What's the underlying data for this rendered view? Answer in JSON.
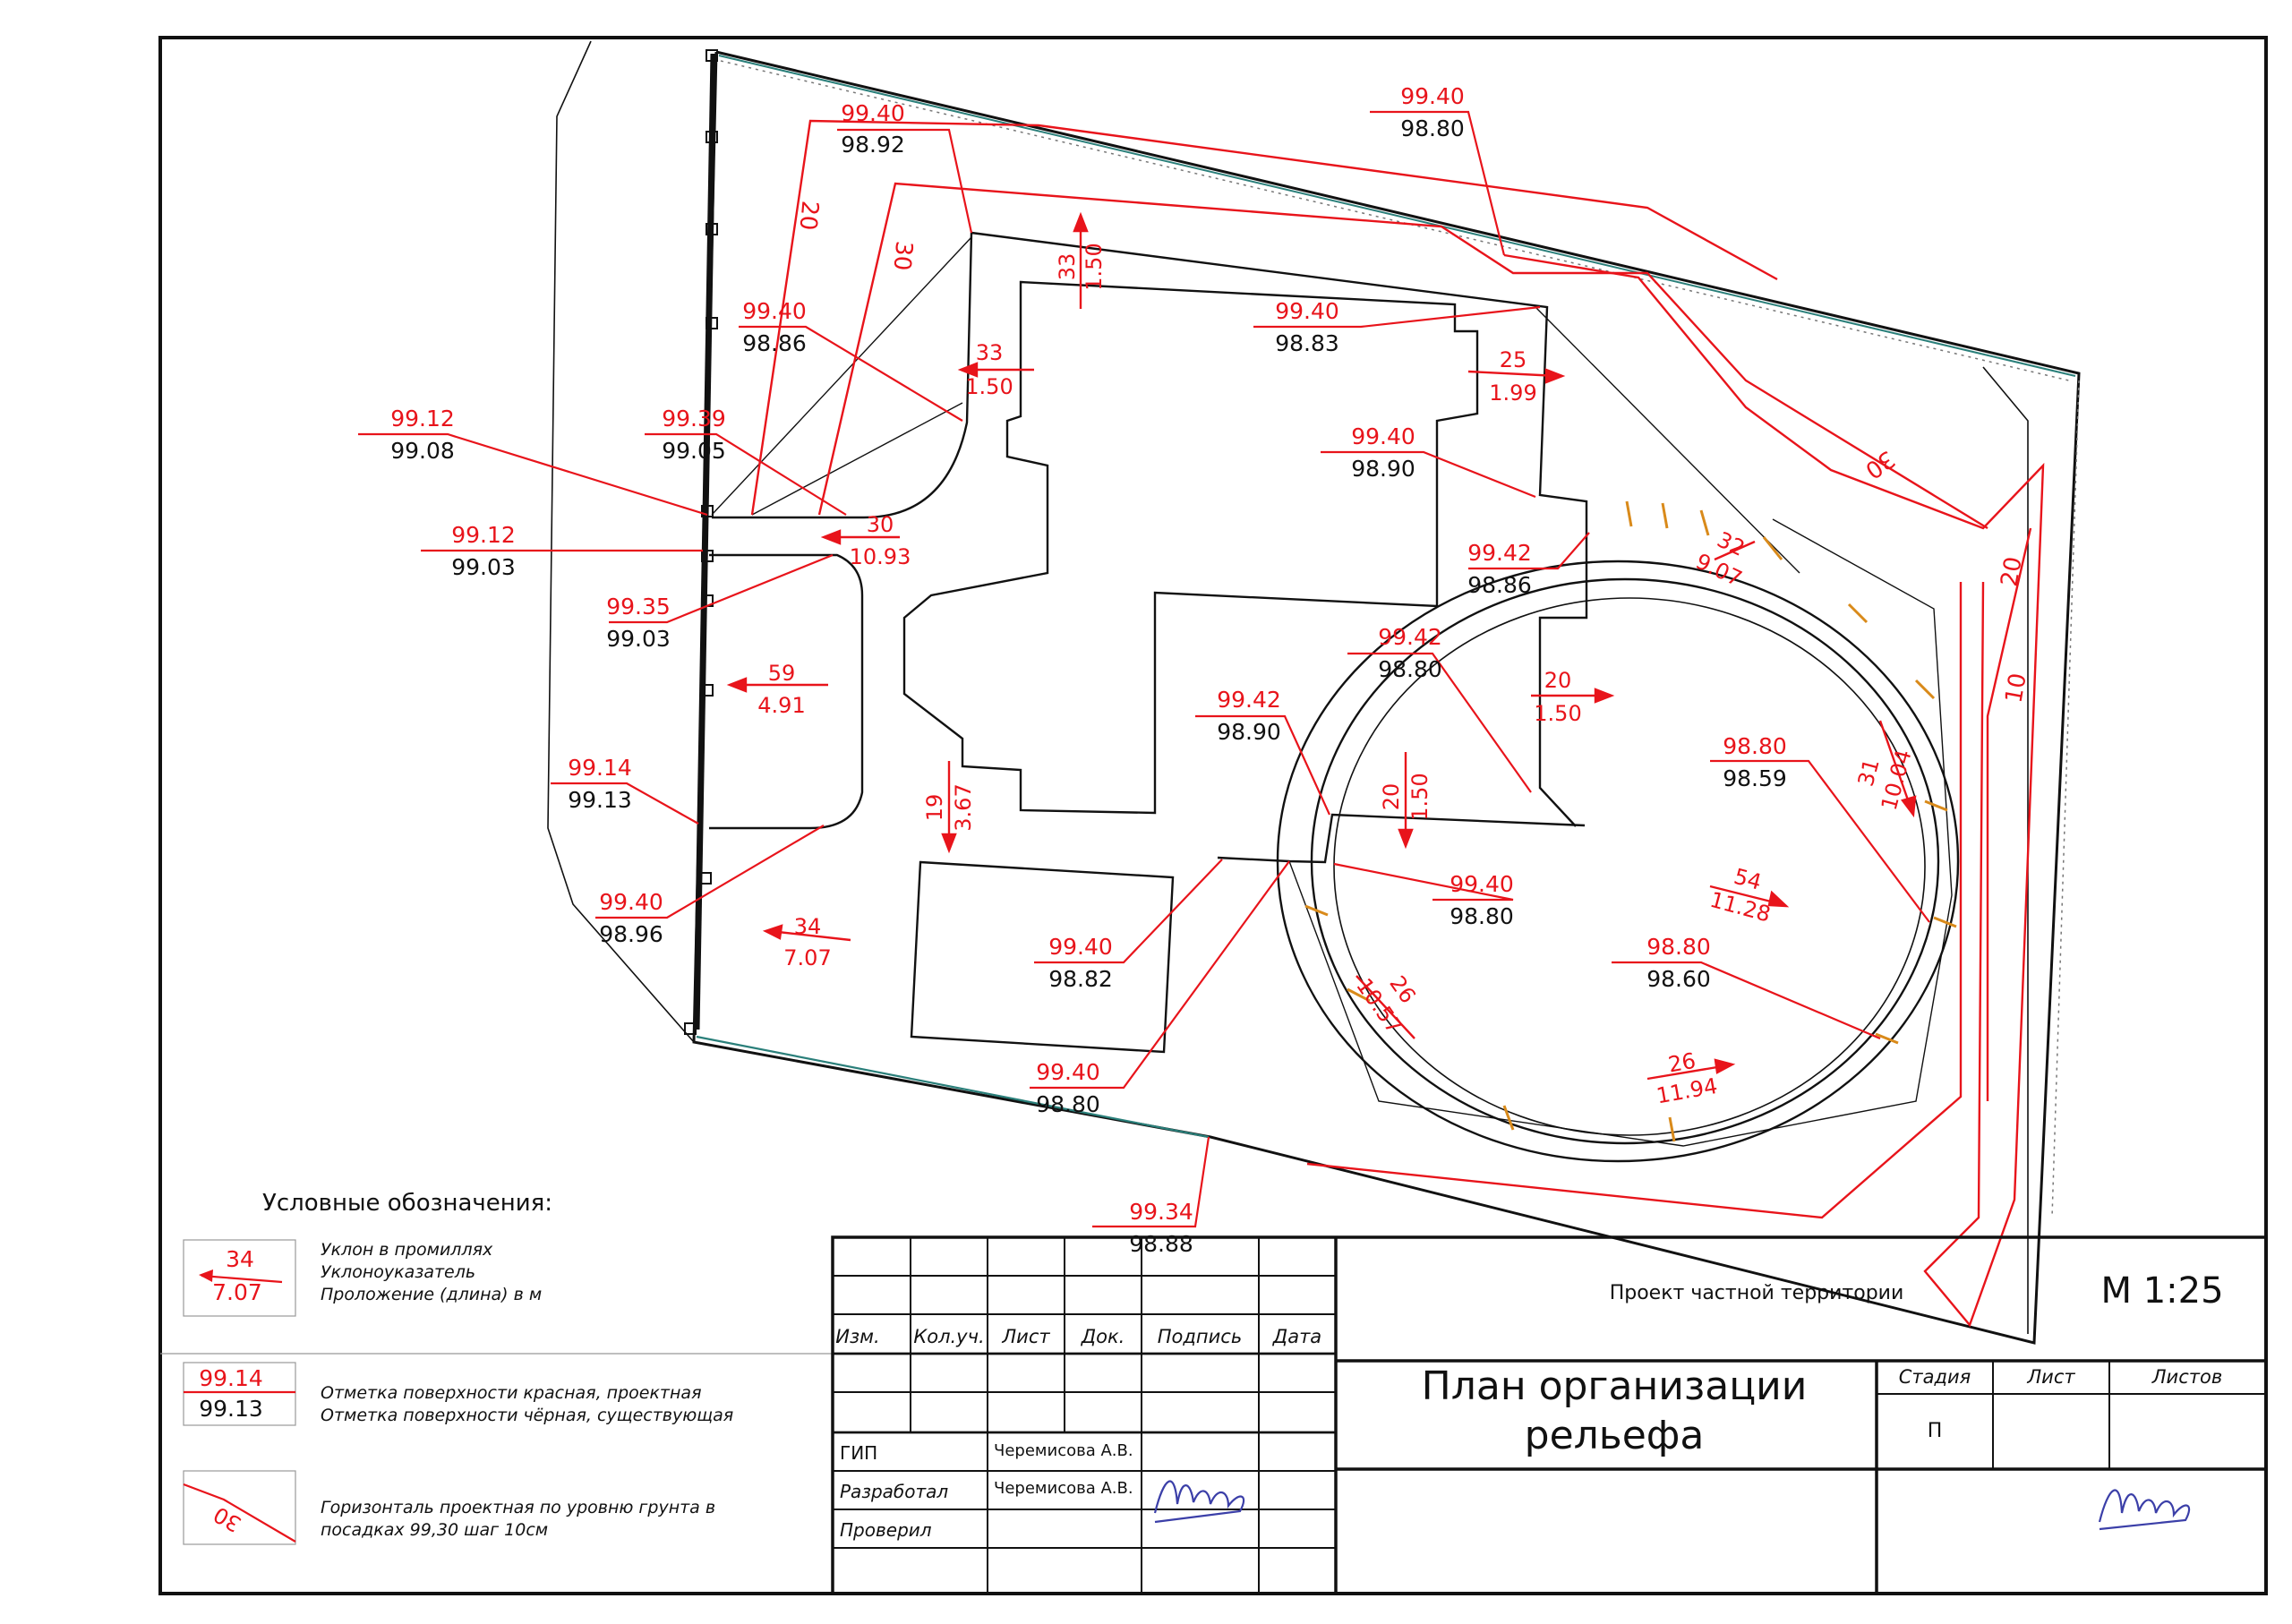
{
  "colors": {
    "design": "#e8141b",
    "existing": "#111111",
    "slope_tick": "#d98a1a",
    "boundary_teal": "#2a7f7a",
    "signature": "#3b3fa8"
  },
  "points": [
    {
      "design": "99.40",
      "existing": "98.92"
    },
    {
      "design": "99.40",
      "existing": "98.80"
    },
    {
      "design": "99.40",
      "existing": "98.86"
    },
    {
      "design": "99.40",
      "existing": "98.83"
    },
    {
      "design": "99.12",
      "existing": "99.08"
    },
    {
      "design": "99.39",
      "existing": "99.05"
    },
    {
      "design": "99.40",
      "existing": "98.90"
    },
    {
      "design": "99.12",
      "existing": "99.03"
    },
    {
      "design": "99.42",
      "existing": "98.86"
    },
    {
      "design": "99.35",
      "existing": "99.03"
    },
    {
      "design": "99.42",
      "existing": "98.80"
    },
    {
      "design": "99.42",
      "existing": "98.90"
    },
    {
      "design": "98.80",
      "existing": "98.59"
    },
    {
      "design": "99.14",
      "existing": "99.13"
    },
    {
      "design": "99.40",
      "existing": "98.96"
    },
    {
      "design": "99.40",
      "existing": "98.80"
    },
    {
      "design": "99.40",
      "existing": "98.82"
    },
    {
      "design": "98.80",
      "existing": "98.60"
    },
    {
      "design": "99.40",
      "existing": "98.80"
    },
    {
      "design": "99.34",
      "existing": "98.88"
    }
  ],
  "slopes": [
    {
      "grade": "33",
      "length": "1.50"
    },
    {
      "grade": "33",
      "length": "1.50"
    },
    {
      "grade": "25",
      "length": "1.99"
    },
    {
      "grade": "30",
      "length": "10.93"
    },
    {
      "grade": "32",
      "length": "9.07"
    },
    {
      "grade": "59",
      "length": "4.91"
    },
    {
      "grade": "20",
      "length": "1.50"
    },
    {
      "grade": "19",
      "length": "3.67"
    },
    {
      "grade": "20",
      "length": "1.50"
    },
    {
      "grade": "31",
      "length": "10.04"
    },
    {
      "grade": "54",
      "length": "11.28"
    },
    {
      "grade": "34",
      "length": "7.07"
    },
    {
      "grade": "26",
      "length": "10.57"
    },
    {
      "grade": "26",
      "length": "11.94"
    }
  ],
  "contours": [
    "20",
    "30",
    "30",
    "20",
    "10"
  ],
  "legend": {
    "title": "Условные обозначения:",
    "slope_sample": {
      "grade": "34",
      "length": "7.07"
    },
    "slope_lines": [
      "Уклон в промиллях",
      "Уклоноуказатель",
      "Проложение (длина) в м"
    ],
    "elev_sample": {
      "design": "99.14",
      "existing": "99.13"
    },
    "elev_lines": [
      "Отметка поверхности красная, проектная",
      "Отметка поверхности чёрная, существующая"
    ],
    "contour_sample": "30",
    "contour_lines": [
      "Горизонталь проектная по уровню грунта в",
      "посадках 99,30 шаг 10см"
    ]
  },
  "title_block": {
    "project": "Проект частной территории",
    "scale": "М 1:25",
    "sheet_title_1": "План организации",
    "sheet_title_2": "рельефа",
    "headers": [
      "Изм.",
      "Кол.уч.",
      "Лист",
      "Док.",
      "Подпись",
      "Дата"
    ],
    "stage_headers": [
      "Стадия",
      "Лист",
      "Листов"
    ],
    "stage_value": "П",
    "roles": [
      "ГИП",
      "Разработал",
      "Проверил"
    ],
    "names": [
      "Черемисова А.В.",
      "Черемисова А.В."
    ]
  }
}
